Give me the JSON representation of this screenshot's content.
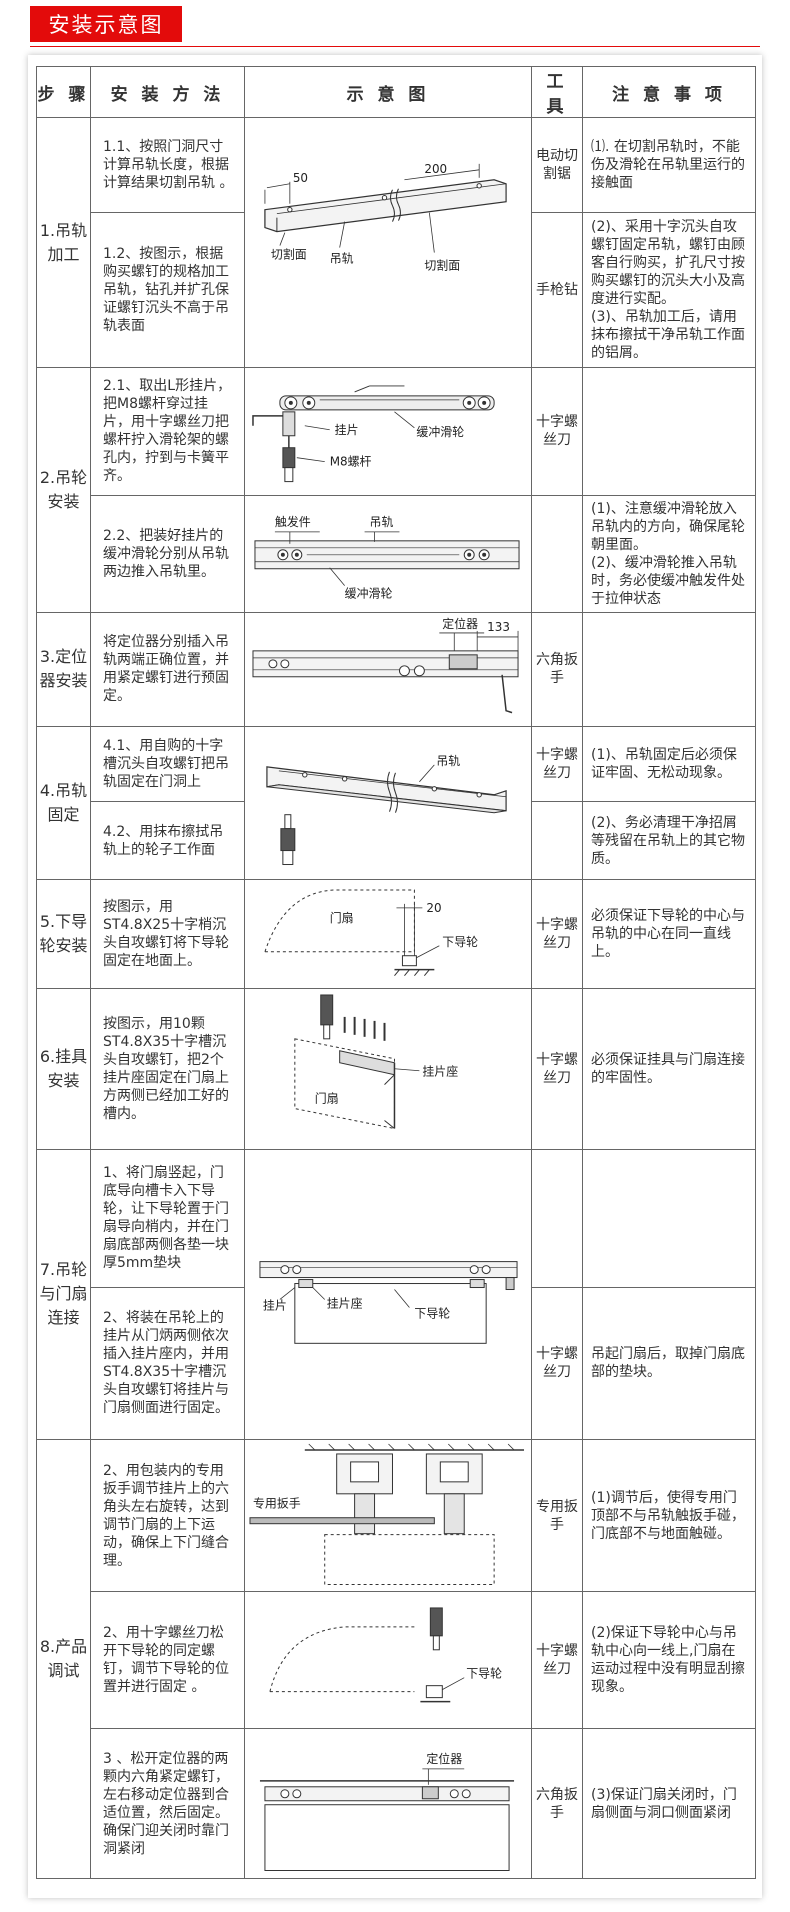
{
  "page_title": "安装示意图",
  "headers": {
    "step": "步 骤",
    "method": "安 装 方 法",
    "figure": "示 意 图",
    "tool": "工 具",
    "note": "注 意 事 项"
  },
  "steps": {
    "s1": {
      "label": "1.吊轨加工",
      "m1": "1.1、按照门洞尺寸计算吊轨长度，根据计算结果切割吊轨 。",
      "m2": "1.2、按图示，根据购买螺钉的规格加工吊轨，钻孔并扩孔保证螺钉沉头不高于吊轨表面",
      "t1": "电动切割锯",
      "t2": "手枪钻",
      "n1": "⑴. 在切割吊轨时，不能伤及滑轮在吊轨里运行的接触面",
      "n2": "(2)、采用十字沉头自攻螺钉固定吊轨，螺钉由顾客自行购买，扩孔尺寸按购买螺钉的沉头大小及高度进行实配。\n(3)、吊轨加工后，请用抹布擦拭干净吊轨工作面的铝屑。",
      "fig": {
        "dim1": "50",
        "dim2": "200",
        "cut1": "切割面",
        "rail": "吊轨",
        "cut2": "切割面"
      }
    },
    "s2": {
      "label": "2.吊轮安装",
      "m1": "2.1、取出L形挂片，把M8螺杆穿过挂片，用十字螺丝刀把螺杆拧入滑轮架的螺孔内，拧到与卡簧平齐。",
      "m2": "2.2、把装好挂片的缓冲滑轮分别从吊轨两边推入吊轨里。",
      "t1": "十字螺丝刀",
      "n1": "",
      "n2": "(1)、注意缓冲滑轮放入吊轨内的方向，确保尾轮朝里面。\n(2)、缓冲滑轮推入吊轨时，务必使缓冲触发件处于拉伸状态",
      "fig1": {
        "plate": "挂片",
        "wheel": "缓冲滑轮",
        "bolt": "M8螺杆"
      },
      "fig2": {
        "trigger": "触发件",
        "rail": "吊轨",
        "wheel": "缓冲滑轮"
      }
    },
    "s3": {
      "label": "3.定位器安装",
      "m1": "将定位器分别插入吊轨两端正确位置，并用紧定螺钉进行预固定。",
      "t1": "六角扳手",
      "n1": "",
      "fig": {
        "locator": "定位器",
        "dim": "133"
      }
    },
    "s4": {
      "label": "4.吊轨固定",
      "m1": "4.1、用自购的十字槽沉头自攻螺钉把吊轨固定在门洞上",
      "m2": "4.2、用抹布擦拭吊轨上的轮子工作面",
      "t1": "十字螺丝刀",
      "t2": "",
      "n1": "(1)、吊轨固定后必须保证牢固、无松动现象。",
      "n2": "(2)、务必清理干净招屑等残留在吊轨上的其它物质。",
      "fig": {
        "rail": "吊轨"
      }
    },
    "s5": {
      "label": "5.下导轮安装",
      "m1": "按图示，用ST4.8X25十字梢沉头自攻螺钉将下导轮固定在地面上。",
      "t1": "十字螺丝刀",
      "n1": "必须保证下导轮的中心与吊轨的中心在同一直线上。",
      "fig": {
        "door": "门扇",
        "dim": "20",
        "guide": "下导轮"
      }
    },
    "s6": {
      "label": "6.挂具安装",
      "m1": "按图示，用10颗ST4.8X35十字槽沉头自攻螺钉，把2个挂片座固定在门扇上方两侧已经加工好的槽内。",
      "t1": "十字螺丝刀",
      "n1": "必须保证挂具与门扇连接的牢固性。",
      "fig": {
        "seat": "挂片座",
        "door": "门扇"
      }
    },
    "s7": {
      "label": "7.吊轮与门扇连接",
      "m1": "1、将门扇竖起，门底导向槽卡入下导轮，让下导轮置于门扇导向梢内，并在门扇底部两侧各垫一块厚5mm垫块",
      "m2": "2、将装在吊轮上的挂片从门炳两侧依次插入挂片座内，并用ST4.8X35十字槽沉头自攻螺钉将挂片与门扇侧面进行固定。",
      "t1": "",
      "t2": "十字螺丝刀",
      "n1": "",
      "n2": "吊起门扇后，取掉门扇底部的垫块。",
      "fig": {
        "plate": "挂片",
        "seat": "挂片座",
        "guide": "下导轮"
      }
    },
    "s8": {
      "label": "8.产品调试",
      "m1": "2、用包装内的专用扳手调节挂片上的六角头左右旋转，达到调节门扇的上下运动，确保上下门缝合理。",
      "m2": "2、用十字螺丝刀松开下导轮的同定螺钉，调节下导轮的位置并进行固定 。",
      "m3": "3 、松开定位器的两颗内六角紧定螺钉，左右移动定位器到合适位置，然后固定。确保门迎关闭时靠门洞紧闭",
      "t1": "专用扳手",
      "t2": "十字螺丝刀",
      "t3": "六角扳手",
      "n1": "(1)调节后，使得专用门顶部不与吊轨触扳手碰，门底部不与地面触碰。",
      "n2": "(2)保证下导轮中心与吊轨中心向一线上,门扇在运动过程中没有明显刮擦现象。",
      "n3": "(3)保证门扇关闭时，门扇侧面与洞口侧面紧闭",
      "fig1": {
        "wrench": "专用扳手"
      },
      "fig2": {
        "guide": "下导轮"
      },
      "fig3": {
        "locator": "定位器"
      }
    }
  }
}
